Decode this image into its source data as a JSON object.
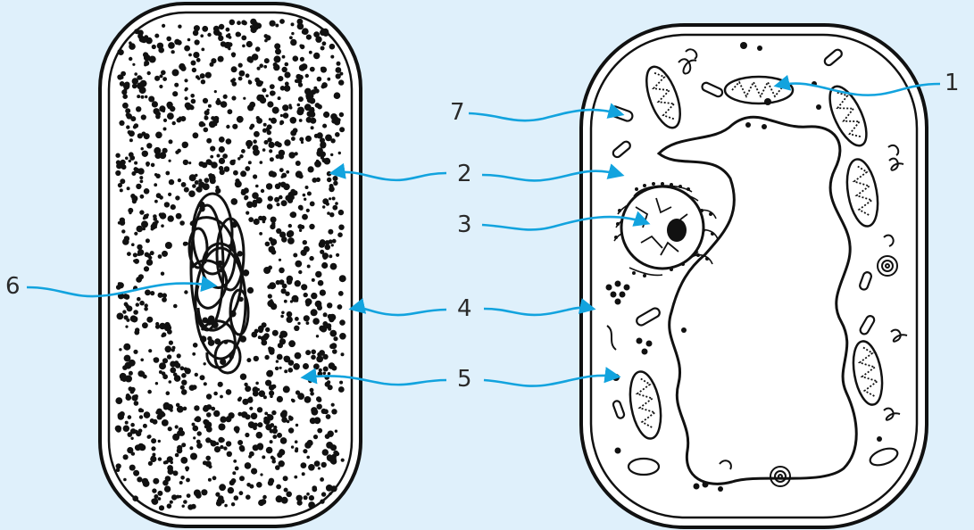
{
  "colors": {
    "background": "#dff0fb",
    "pointer": "#12a3de",
    "ink": "#111111",
    "label": "#2a2a2a"
  },
  "labels": {
    "l1": "1",
    "l2": "2",
    "l3": "3",
    "l4": "4",
    "l5": "5",
    "l6": "6",
    "l7": "7"
  }
}
